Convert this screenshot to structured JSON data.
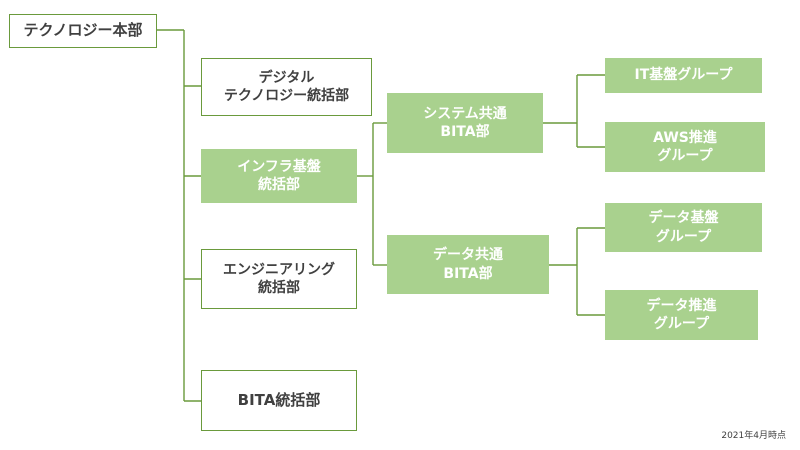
{
  "org_chart": {
    "root": {
      "label": "テクノロジー本部"
    },
    "divisions": [
      {
        "label": "デジタル\nテクノロジー統括部"
      },
      {
        "label": "インフラ基盤\n統括部"
      },
      {
        "label": "エンジニアリング\n統括部"
      },
      {
        "label": "BITA統括部"
      }
    ],
    "departments": [
      {
        "label": "システム共通\nBITA部"
      },
      {
        "label": "データ共通\nBITA部"
      }
    ],
    "groups": [
      {
        "label": "IT基盤グループ"
      },
      {
        "label": "AWS推進\nグループ"
      },
      {
        "label": "データ基盤\nグループ"
      },
      {
        "label": "データ推進\nグループ"
      }
    ]
  },
  "note": "2021年4月時点",
  "colors": {
    "line": "#6a9a3c",
    "fill": "#a9d18e",
    "text": "#404040"
  }
}
